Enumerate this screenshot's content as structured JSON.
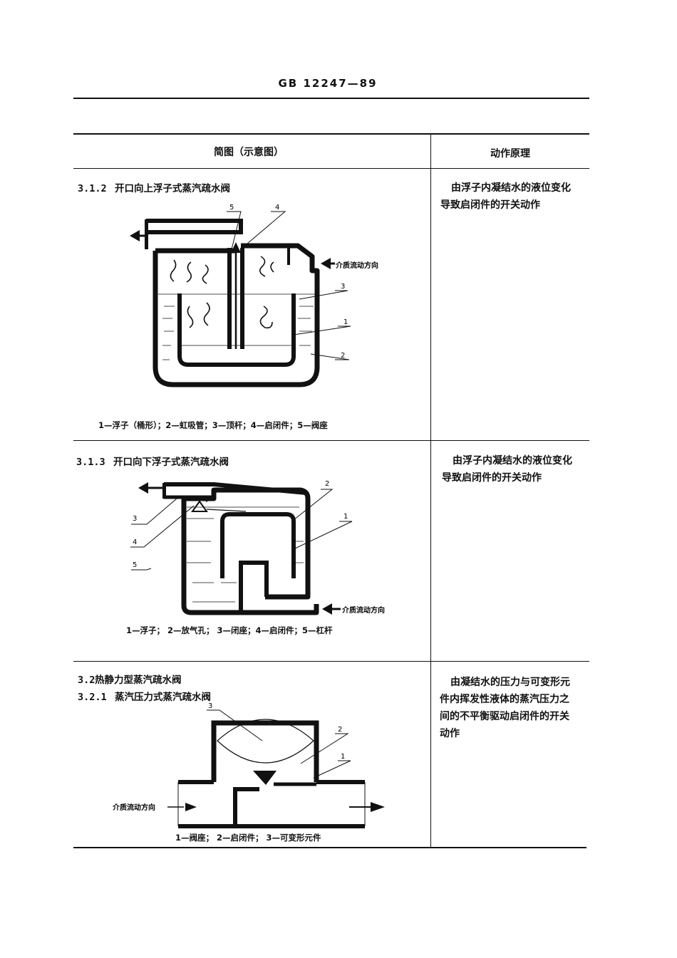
{
  "header": {
    "doc_code": "GB 12247—89"
  },
  "table": {
    "col_diagram": "简图（示意图）",
    "col_principle": "动作原理"
  },
  "rows": [
    {
      "num": "3.1.2",
      "title": "开口向上浮子式蒸汽疏水阀",
      "principle": [
        "由浮子内凝结水的液位变化",
        "导致启闭件的开关动作"
      ],
      "callouts": [
        "5",
        "4",
        "3",
        "1",
        "2"
      ],
      "flow_label": "介质流动方向",
      "caption": "1—浮子（桶形）；2—虹吸管；3—顶杆；4—启闭件；5—阀座"
    },
    {
      "num": "3.1.3",
      "title": "开口向下浮子式蒸汽疏水阀",
      "principle": [
        "由浮子内凝结水的液位变化",
        "导致启闭件的开关动作"
      ],
      "callouts": [
        "2",
        "3",
        "1",
        "4",
        "5"
      ],
      "flow_label": "介质流动方向",
      "caption": "1—浮子；  2—放气孔；  3—闭座；4—启闭件；5—杠杆"
    },
    {
      "section_num": "3.2",
      "section_title": "热静力型蒸汽疏水阀",
      "num": "3.2.1",
      "title": "蒸汽压力式蒸汽疏水阀",
      "principle": [
        "由凝结水的压力与可变形元",
        "件内挥发性液体的蒸汽压力之",
        "间的不平衡驱动启闭件的开关",
        "动作"
      ],
      "callouts": [
        "3",
        "2",
        "1"
      ],
      "flow_label": "介质流动方向",
      "caption": "1—阀座；  2—启闭件；  3—可变形元件"
    }
  ]
}
